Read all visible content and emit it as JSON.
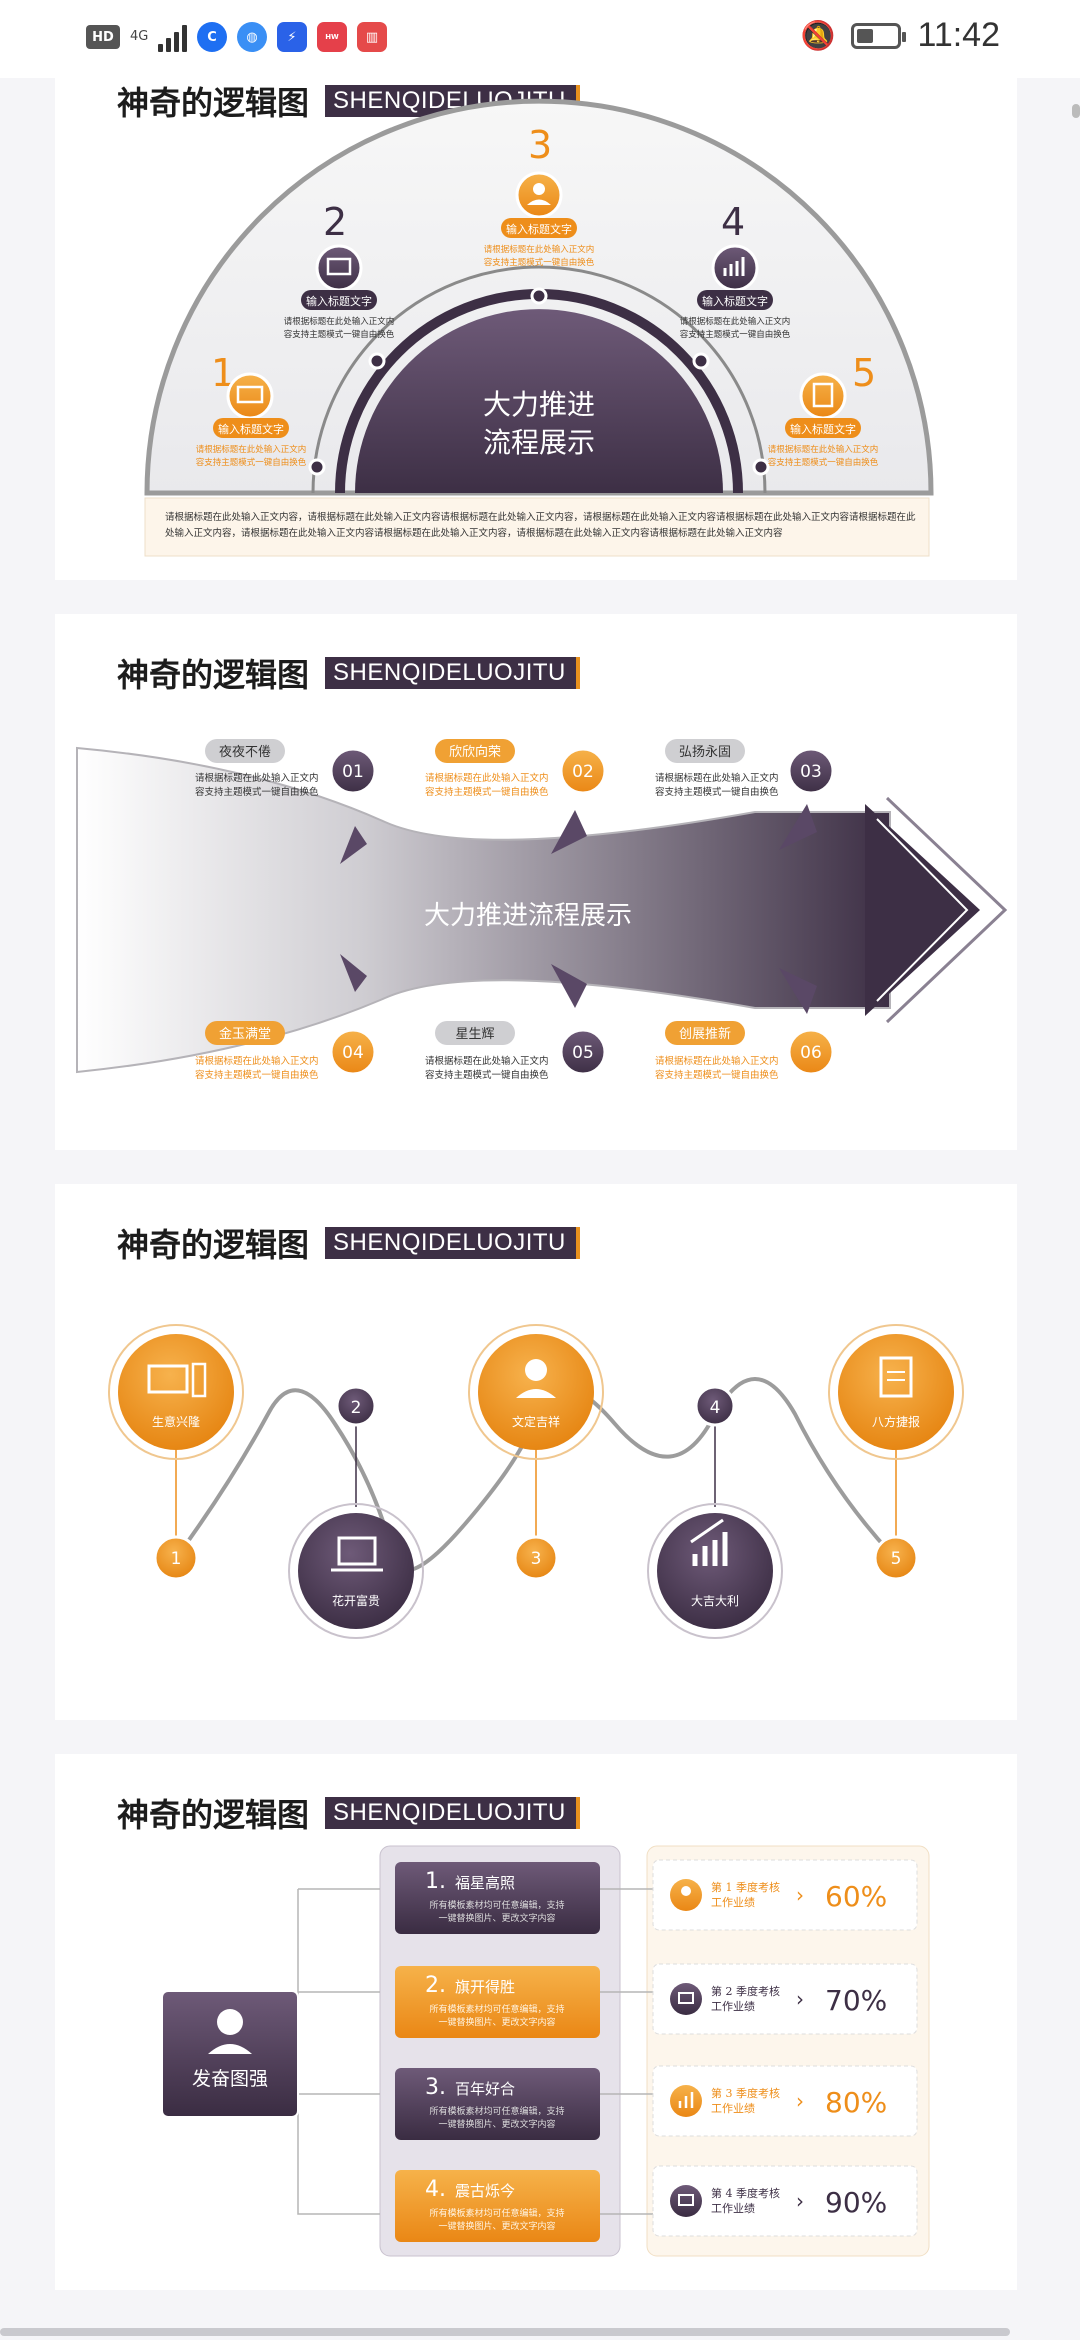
{
  "status_bar": {
    "hd": "HD",
    "network": "4G",
    "time": "11:42",
    "app_icons": [
      {
        "name": "browser-c-icon",
        "color": "#1e6ff2"
      },
      {
        "name": "globe-icon",
        "color": "#3a8ff5"
      },
      {
        "name": "bolt-icon",
        "color": "#2a62e8"
      },
      {
        "name": "huawei-icon",
        "color": "#e5404a"
      },
      {
        "name": "book-icon",
        "color": "#e54a4a"
      }
    ]
  },
  "colors": {
    "orange": "#ee8e1a",
    "purple": "#3d2f45",
    "purple_light": "#6b5478",
    "gray": "#9b9b9b"
  },
  "slides": [
    {
      "title": "神奇的逻辑图",
      "title_en": "SHENQIDELUOJITU",
      "center_text_1": "大力推进",
      "center_text_2": "流程展示",
      "nodes": [
        {
          "num": "1",
          "label": "输入标题文字",
          "desc_1": "请根据标题在此处输入正文内",
          "desc_2": "容支持主题模式一键自由换色"
        },
        {
          "num": "2",
          "label": "输入标题文字",
          "desc_1": "请根据标题在此处输入正文内",
          "desc_2": "容支持主题模式一键自由换色"
        },
        {
          "num": "3",
          "label": "输入标题文字",
          "desc_1": "请根据标题在此处输入正文内",
          "desc_2": "容支持主题模式一键自由换色"
        },
        {
          "num": "4",
          "label": "输入标题文字",
          "desc_1": "请根据标题在此处输入正文内",
          "desc_2": "容支持主题模式一键自由换色"
        },
        {
          "num": "5",
          "label": "输入标题文字",
          "desc_1": "请根据标题在此处输入正文内",
          "desc_2": "容支持主题模式一键自由换色"
        }
      ],
      "footer_1": "请根据标题在此处输入正文内容，请根据标题在此处输入正文内容请根据标题在此处输入正文内容，请根据标题在此处输入正文内容请根据标题在此处输入正文内容请根据标题在此",
      "footer_2": "处输入正文内容，请根据标题在此处输入正文内容请根据标题在此处输入正文内容，请根据标题在此处输入正文内容请根据标题在此处输入正文内容"
    },
    {
      "title": "神奇的逻辑图",
      "title_en": "SHENQIDELUOJITU",
      "center_text": "大力推进流程展示",
      "items": [
        {
          "num": "01",
          "label": "夜夜不倦",
          "desc_1": "请根据标题在此处输入正文内",
          "desc_2": "容支持主题模式一键自由换色"
        },
        {
          "num": "02",
          "label": "欣欣向荣",
          "desc_1": "请根据标题在此处输入正文内",
          "desc_2": "容支持主题模式一键自由换色"
        },
        {
          "num": "03",
          "label": "弘扬永固",
          "desc_1": "请根据标题在此处输入正文内",
          "desc_2": "容支持主题模式一键自由换色"
        },
        {
          "num": "04",
          "label": "金玉满堂",
          "desc_1": "请根据标题在此处输入正文内",
          "desc_2": "容支持主题模式一键自由换色"
        },
        {
          "num": "05",
          "label": "星生辉",
          "desc_1": "请根据标题在此处输入正文内",
          "desc_2": "容支持主题模式一键自由换色"
        },
        {
          "num": "06",
          "label": "创展推新",
          "desc_1": "请根据标题在此处输入正文内",
          "desc_2": "容支持主题模式一键自由换色"
        }
      ]
    },
    {
      "title": "神奇的逻辑图",
      "title_en": "SHENQIDELUOJITU",
      "wave": [
        {
          "num": "1",
          "label": "生意兴隆",
          "icon": "computer-icon"
        },
        {
          "num": "2",
          "label": "花开富贵",
          "icon": "laptop-icon"
        },
        {
          "num": "3",
          "label": "文定吉祥",
          "icon": "person-icon"
        },
        {
          "num": "4",
          "label": "大吉大利",
          "icon": "chart-icon"
        },
        {
          "num": "5",
          "label": "八方捷报",
          "icon": "clipboard-icon"
        }
      ]
    },
    {
      "title": "神奇的逻辑图",
      "title_en": "SHENQIDELUOJITU",
      "root_label": "发奋图强",
      "branches": [
        {
          "num": "1.",
          "title": "福星高照",
          "desc_1": "所有模板素材均可任意编辑，支持",
          "desc_2": "一键替换图片、更改文字内容",
          "q_1": "第 1 季度考核",
          "q_2": "工作业绩",
          "value": "60%"
        },
        {
          "num": "2.",
          "title": "旗开得胜",
          "desc_1": "所有模板素材均可任意编辑，支持",
          "desc_2": "一键替换图片、更改文字内容",
          "q_1": "第 2 季度考核",
          "q_2": "工作业绩",
          "value": "70%"
        },
        {
          "num": "3.",
          "title": "百年好合",
          "desc_1": "所有模板素材均可任意编辑，支持",
          "desc_2": "一键替换图片、更改文字内容",
          "q_1": "第 3 季度考核",
          "q_2": "工作业绩",
          "value": "80%"
        },
        {
          "num": "4.",
          "title": "震古烁今",
          "desc_1": "所有模板素材均可任意编辑，支持",
          "desc_2": "一键替换图片、更改文字内容",
          "q_1": "第 4 季度考核",
          "q_2": "工作业绩",
          "value": "90%"
        }
      ]
    }
  ]
}
